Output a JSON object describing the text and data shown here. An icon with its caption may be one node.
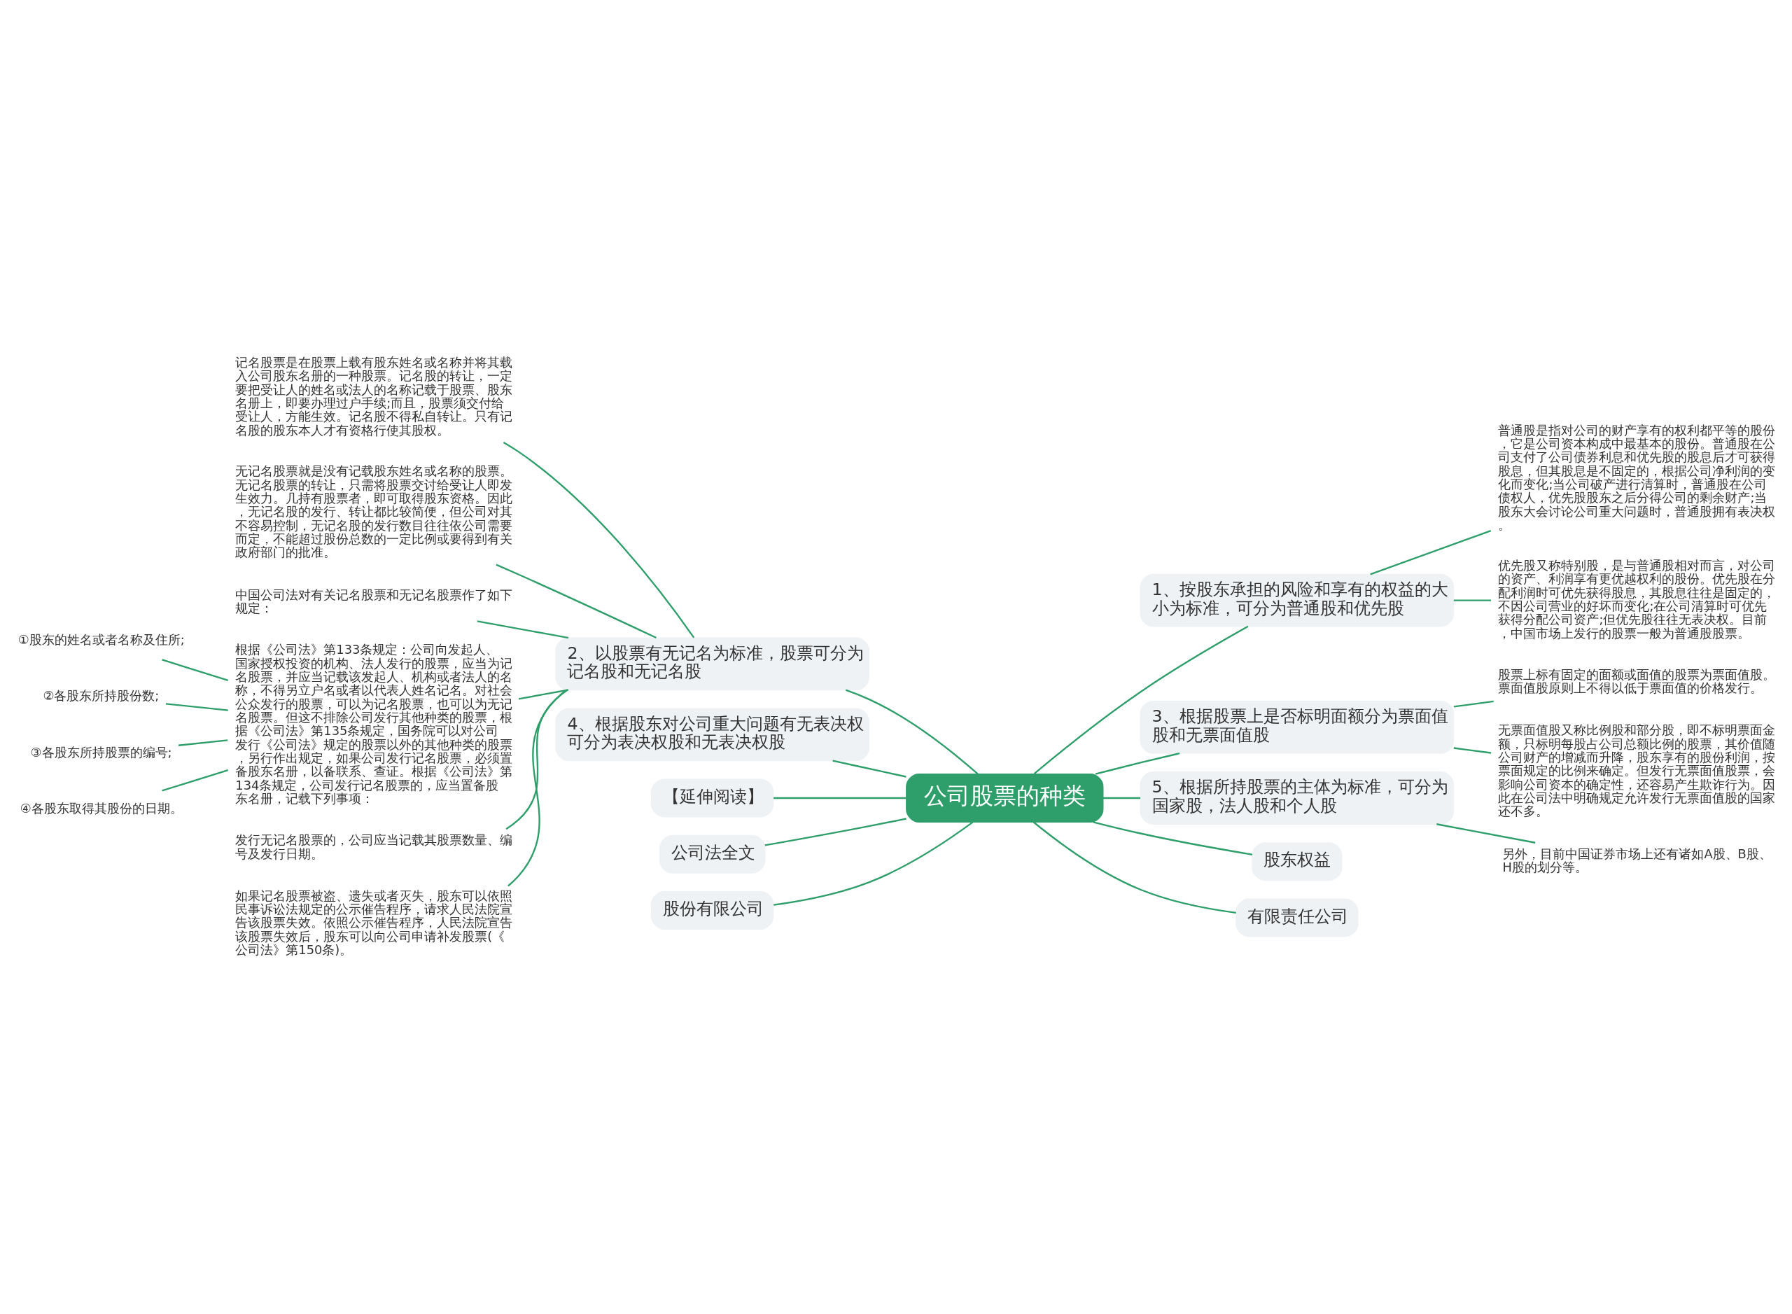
{
  "diagram": {
    "nodes": [
      {
        "text": [
          "公司股票的种类"
        ]
      },
      {
        "text": [
          "2、以股票有无记名为标准，股票可分为记名股和无记名股"
        ]
      },
      {
        "text": [
          "记名股票是在股票上载有股东姓名或名称并将其载入公司股东名册的一种股票。记名股的转让，一定要把受让人的姓名或法人的名称记载于股票、股东名册上，即要办理过户手续;而且，股票须交付给受让人，方能生效。记名股不得私自转让。只有记名股的股东本人才有资格行使其股权。"
        ]
      },
      {
        "text": [
          "无记名股票就是没有记载股东姓名或名称的股票。无记名股票的转让，只需将股票交讨给受让人即发生效力。几持有股票者，即可取得股东资格。因此，无记名股的发行、转让都比较简便，但公司对其不容易控制，无记名股的发行数目往往依公司需要而定，不能超过股份总数的一定比例或要得到有关政府部门的批准。"
        ]
      },
      {
        "text": [
          "中国公司法对有关记名股票和无记名股票作了如下规定："
        ]
      },
      {
        "text": [
          "根据《公司法》第133条规定：公司向发起人、国家授权投资的机构、法人发行的股票，应当为记名股票，并应当记载该发起人、机构或者法人的名称，不得另立户名或者以代表人姓名记名。对社会公众发行的股票，可以为记名股票，也可以为无记名股票。但这不排除公司发行其他种类的股票，根据《公司法》第135条规定，国务院可以对公司发行《公司法》规定的股票以外的其他种类的股票，另行作出规定，如果公司发行记名股票，必须置备股东名册，以备联系、查证。根据《公司法》第134条规定，公司发行记名股票的，应当置备股东名册，记载下列事项："
        ]
      },
      {
        "text": [
          "①股东的姓名或者名称及住所;"
        ]
      },
      {
        "text": [
          "②各股东所持股份数;"
        ]
      },
      {
        "text": [
          "③各股东所持股票的编号;"
        ]
      },
      {
        "text": [
          "④各股东取得其股份的日期。"
        ]
      },
      {
        "text": [
          "发行无记名股票的，公司应当记载其股票数量、编号及发行日期。"
        ]
      },
      {
        "text": [
          "如果记名股票被盗、遗失或者灭失，股东可以依照民事诉讼法规定的公示催告程序，请求人民法院宣告该股票失效。依照公示催告程序，人民法院宣告该股票失效后，股东可以向公司申请补发股票(《公司法》第150条)。"
        ]
      },
      {
        "text": [
          "4、根据股东对公司重大问题有无表决权可分为表决权股和无表决权股"
        ]
      },
      {
        "text": [
          "【延伸阅读】"
        ]
      },
      {
        "text": [
          "公司法全文"
        ]
      },
      {
        "text": [
          "股份有限公司"
        ]
      },
      {
        "text": [
          "1、按股东承担的风险和享有的权益的大小为标准，可分为普通股和优先股"
        ]
      },
      {
        "text": [
          "普通股是指对公司的财产享有的权利都平等的股份，它是公司资本构成中最基本的股份。普通股在公司支付了公司债券利息和优先股的股息后才可获得股息，但其股息是不固定的，根据公司净利润的变化而变化;当公司破产进行清算时，普通股在公司债权人，优先股股东之后分得公司的剩余财产;当股东大会讨论公司重大问题时，普通股拥有表决权。"
        ]
      },
      {
        "text": [
          "优先股又称特别股，是与普通股相对而言，对公司的资产、利润享有更优越权利的股份。优先股在分配利润时可优先获得股息，其股息往往是固定的，不因公司营业的好坏而变化;在公司清算时可优先获得分配公司资产;但优先股往往无表决权。目前，中国市场上发行的股票一般为普通股股票。"
        ]
      },
      {
        "text": [
          "3、根据股票上是否标明面额分为票面值股和无票面值股"
        ]
      },
      {
        "text": [
          "股票上标有固定的面额或面值的股票为票面值股。票面值股原则上不得以低于票面值的价格发行。"
        ]
      },
      {
        "text": [
          "无票面值股又称比例股和部分股，即不标明票面金额，只标明每股占公司总额比例的股票，其价值随公司财产的增减而升降，股东享有的股份利润，按票面规定的比例来确定。但发行无票面值股票，会影响公司资本的确定性，还容易产生欺诈行为。因此在公司法中明确规定允许发行无票面值股的国家还不多。"
        ]
      },
      {
        "text": [
          "5、根据所持股票的主体为标准，可分为国家股，法人股和个人股"
        ]
      },
      {
        "text": [
          "另外，目前中国证券市场上还有诸如A股、B股、H股的划分等。"
        ]
      },
      {
        "text": [
          "股东权益"
        ]
      },
      {
        "text": [
          "有限责任公司"
        ]
      }
    ],
    "edges": [
      {
        "from": 0,
        "to": 1,
        "arrow": "none"
      },
      {
        "from": 1,
        "to": 2,
        "arrow": "none"
      },
      {
        "from": 1,
        "to": 3,
        "arrow": "none"
      },
      {
        "from": 1,
        "to": 4,
        "arrow": "none"
      },
      {
        "from": 1,
        "to": 5,
        "arrow": "none"
      },
      {
        "from": 5,
        "to": 6,
        "arrow": "none"
      },
      {
        "from": 5,
        "to": 7,
        "arrow": "none"
      },
      {
        "from": 5,
        "to": 8,
        "arrow": "none"
      },
      {
        "from": 5,
        "to": 9,
        "arrow": "none"
      },
      {
        "from": 1,
        "to": 10,
        "arrow": "none"
      },
      {
        "from": 1,
        "to": 11,
        "arrow": "none"
      },
      {
        "from": 0,
        "to": 12,
        "arrow": "none"
      },
      {
        "from": 0,
        "to": 13,
        "arrow": "none"
      },
      {
        "from": 0,
        "to": 14,
        "arrow": "none"
      },
      {
        "from": 0,
        "to": 15,
        "arrow": "none"
      },
      {
        "from": 0,
        "to": 16,
        "arrow": "none"
      },
      {
        "from": 16,
        "to": 17,
        "arrow": "none"
      },
      {
        "from": 16,
        "to": 18,
        "arrow": "none"
      },
      {
        "from": 0,
        "to": 19,
        "arrow": "none"
      },
      {
        "from": 19,
        "to": 20,
        "arrow": "none"
      },
      {
        "from": 19,
        "to": 21,
        "arrow": "none"
      },
      {
        "from": 0,
        "to": 22,
        "arrow": "none"
      },
      {
        "from": 22,
        "to": 23,
        "arrow": "none"
      },
      {
        "from": 0,
        "to": 24,
        "arrow": "none"
      },
      {
        "from": 0,
        "to": 25,
        "arrow": "none"
      }
    ]
  }
}
